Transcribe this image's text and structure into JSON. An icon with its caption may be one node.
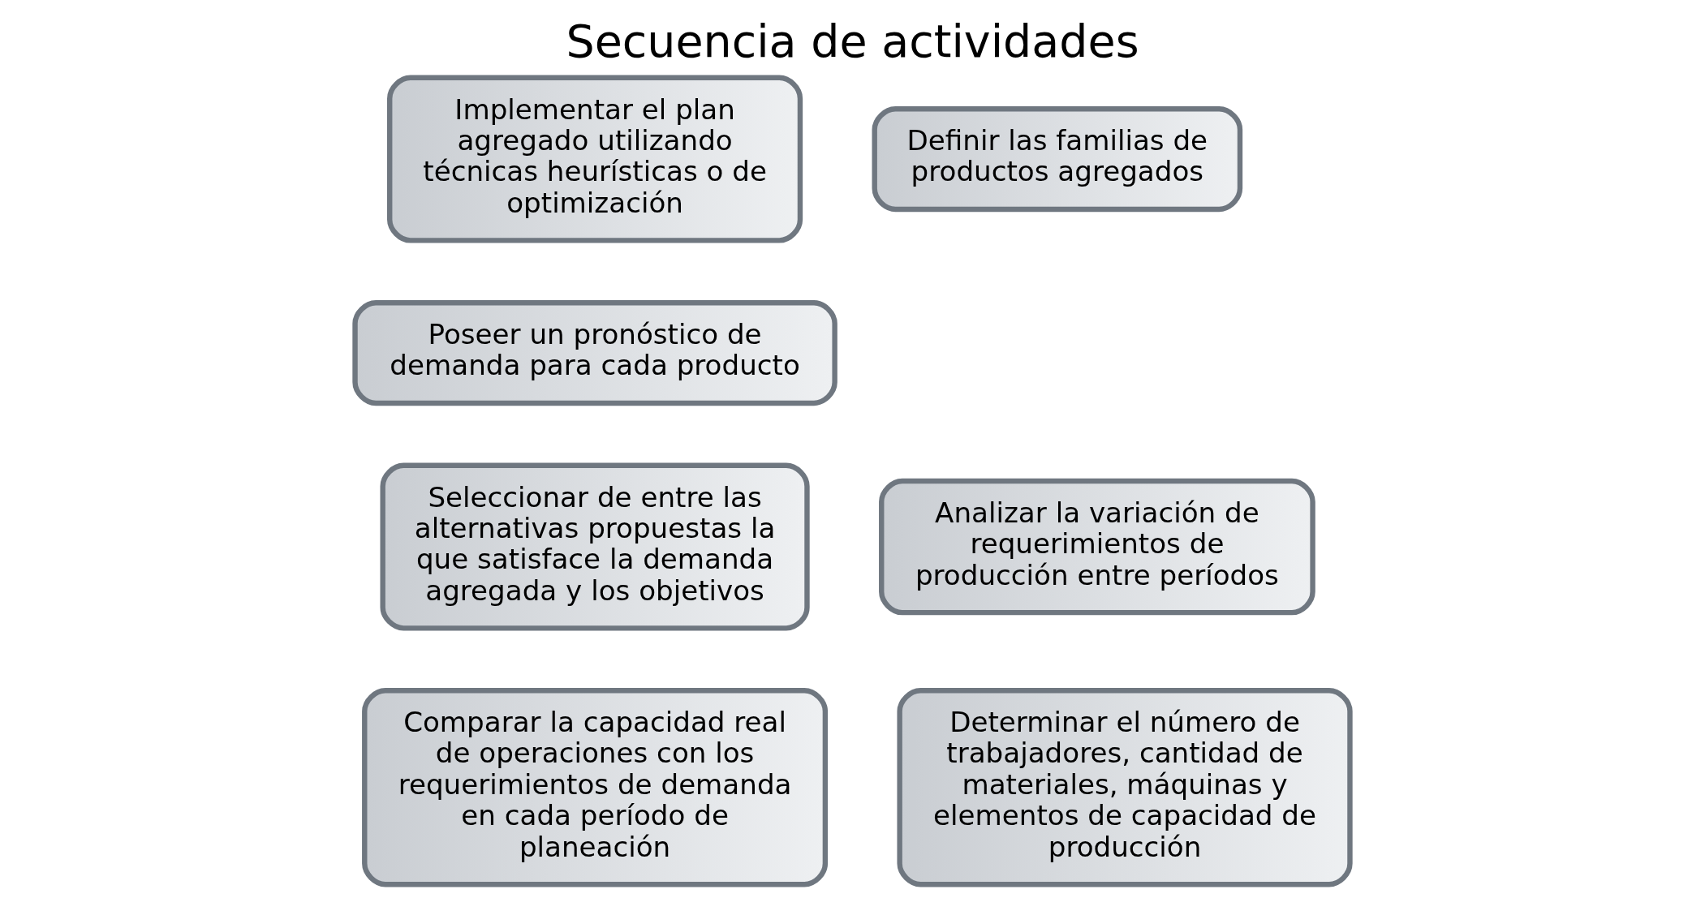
{
  "diagram": {
    "title": "Secuencia de actividades",
    "nodes": [
      {
        "text": [
          "Implementar el plan agregado utilizando técnicas heurísticas o de optimización"
        ]
      },
      {
        "text": [
          "Definir las familias de productos agregados"
        ]
      },
      {
        "text": [
          "Poseer un pronóstico de demanda para cada producto"
        ]
      },
      {
        "text": [
          "Seleccionar de entre las alternativas propuestas la que satisface la demanda agregada y los objetivos"
        ]
      },
      {
        "text": [
          "Analizar la variación de requerimientos de producción entre períodos"
        ]
      },
      {
        "text": [
          "Comparar la capacidad real de operaciones con los requerimientos de demanda en cada período de planeación"
        ]
      },
      {
        "text": [
          "Determinar el número de trabajadores, cantidad de materiales, máquinas y elementos de capacidad de producción"
        ]
      }
    ]
  }
}
